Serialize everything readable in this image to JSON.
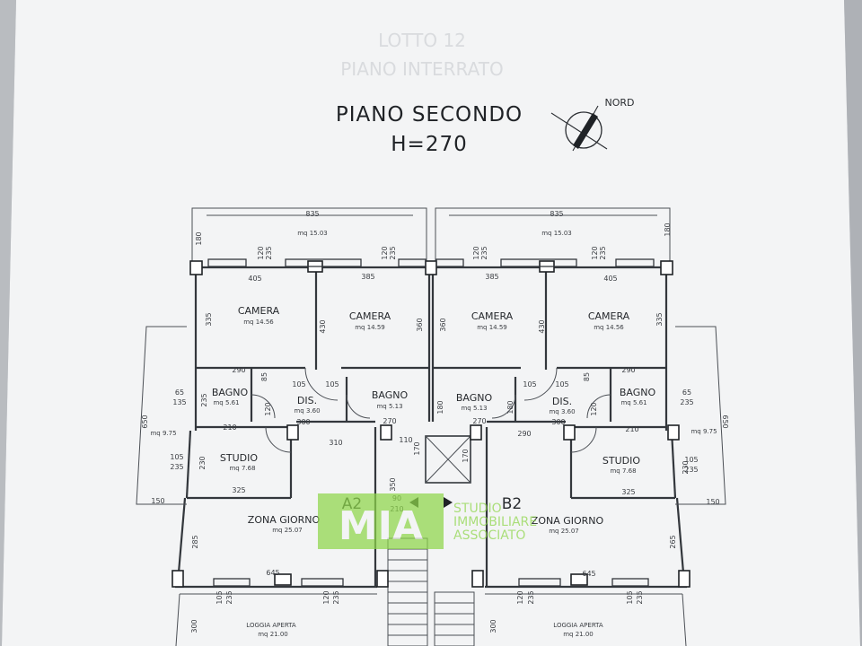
{
  "header": {
    "title": "PIANO SECONDO",
    "height_label": "H=270",
    "north_label": "NORD"
  },
  "watermark": {
    "line1": "LOTTO 12",
    "line2": "PIANO INTERRATO",
    "logo_text": "MIA",
    "agency_line1": "STUDIO",
    "agency_line2": "IMMOBILIARE",
    "agency_line3": "ASSOCIATO"
  },
  "units": {
    "left": "A2",
    "right": "B2"
  },
  "rooms": {
    "terrace_left_area": "mq 15.03",
    "terrace_right_area": "mq 15.03",
    "camera1": "CAMERA",
    "camera1_area": "mq 14.56",
    "camera2": "CAMERA",
    "camera2_area": "mq 14.59",
    "camera3": "CAMERA",
    "camera3_area": "mq 14.59",
    "camera4": "CAMERA",
    "camera4_area": "mq 14.56",
    "bagno1": "BAGNO",
    "bagno1_area": "mq 5.61",
    "dis1": "DIS.",
    "dis1_area": "mq 3.60",
    "bagno2": "BAGNO",
    "bagno2_area": "mq 5.13",
    "bagno3": "BAGNO",
    "bagno3_area": "mq 5.13",
    "dis2": "DIS.",
    "dis2_area": "mq 3.60",
    "bagno4": "BAGNO",
    "bagno4_area": "mq 5.61",
    "studio1": "STUDIO",
    "studio1_area": "mq 7.68",
    "studio2": "STUDIO",
    "studio2_area": "mq 7.68",
    "balcony_left_area": "mq 9.75",
    "balcony_right_area": "mq 9.75",
    "zona1": "ZONA GIORNO",
    "zona1_area": "mq 25.07",
    "zona2": "ZONA GIORNO",
    "zona2_area": "mq 25.07",
    "loggia1": "LOGGIA APERTA",
    "loggia1_area": "mq 21.00",
    "loggia2": "LOGGIA APERTA",
    "loggia2_area": "mq 21.00"
  },
  "dims": {
    "d835a": "835",
    "d835b": "835",
    "d180a": "180",
    "d180b": "180",
    "d120a": "120",
    "d235a": "235",
    "d120b": "120",
    "d235b": "235",
    "d120c": "120",
    "d235c": "235",
    "d120d": "120",
    "d235d": "235",
    "d405a": "405",
    "d385a": "385",
    "d385b": "385",
    "d405b": "405",
    "d335a": "335",
    "d430a": "430",
    "d360a": "360",
    "d360b": "360",
    "d430b": "430",
    "d335b": "335",
    "d290a": "290",
    "d85a": "85",
    "d290b": "290",
    "d85b": "85",
    "d105a": "105",
    "d105b": "105",
    "d105c": "105",
    "d105d": "105",
    "d65a": "65",
    "d135a": "135",
    "d235e": "235",
    "d65b": "65",
    "d235f": "235",
    "d120e": "120",
    "d120f": "120",
    "d180c": "180",
    "d180d": "180",
    "d300a": "300",
    "d300b": "300",
    "d270a": "270",
    "d270b": "270",
    "d210a": "210",
    "d210b": "210",
    "d310": "310",
    "d290c": "290",
    "d110": "110",
    "d170a": "170",
    "d170b": "170",
    "d650a": "650",
    "d650b": "650",
    "d105e": "105",
    "d235g": "235",
    "d230a": "230",
    "d105f": "105",
    "d235h": "235",
    "d230b": "230",
    "d350": "350",
    "d90": "90",
    "d210c": "210",
    "d150a": "150",
    "d150b": "150",
    "d325a": "325",
    "d325b": "325",
    "d285": "285",
    "d265": "265",
    "d645a": "645",
    "d645b": "645",
    "d105g": "105",
    "d235i": "235",
    "d120g": "120",
    "d235j": "235",
    "d120h": "120",
    "d235k": "235",
    "d105h": "105",
    "d235l": "235",
    "d300c": "300",
    "d300d": "300"
  },
  "colors": {
    "paper": "#f3f4f5",
    "line": "#33373c",
    "watermark": "#8ed64a"
  }
}
